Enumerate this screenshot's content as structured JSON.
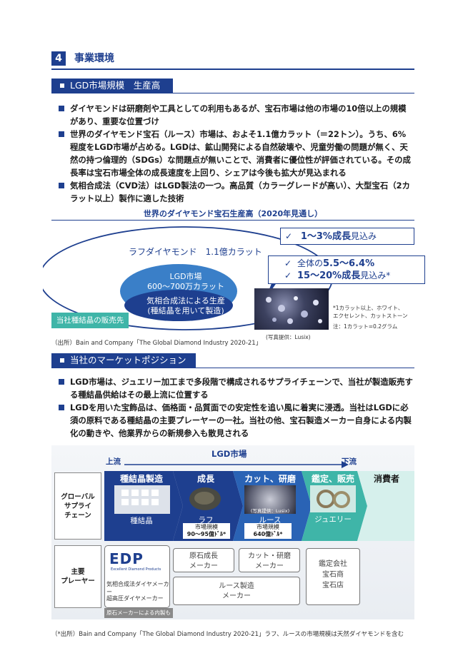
{
  "section": {
    "number": "4",
    "title": "事業環境"
  },
  "lgd_section": {
    "header": "LGD市場規模　生産高",
    "bullets": [
      "ダイヤモンドは研磨剤や工具としての利用もあるが、宝石市場は他の市場の10倍以上の規模があり、重要な位置づけ",
      "世界のダイヤモンド宝石（ルース）市場は、およそ1.1億カラット（＝22トン）。うち、6%程度をLGD市場が占める。LGDは、鉱山開発による自然破壊や、児童労働の問題が無く、天然の持つ倫理的（SDGs）な問題点が無いことで、消費者に優位性が評価されている。その成長率は宝石市場全体の成長速度を上回り、シェアは今後も拡大が見込まれる",
      "気相合成法（CVD法）はLGD製法の一つ。高品質（カラーグレードが高い）、大型宝石（2カラット以上）製作に適した技術"
    ],
    "chart_title": "世界のダイヤモンド宝石生産高（2020年見通し）",
    "outer_label": "ラフダイヤモンド　1.1億カラット",
    "box1": {
      "check": "✓",
      "text_a": "1〜3%",
      "text_b": "成長",
      "text_c": "見込み"
    },
    "box2": {
      "line1_check": "✓",
      "line1_a": "全体の",
      "line1_b": "5.5〜6.4%",
      "line2_check": "✓",
      "line2_a": "15〜20%",
      "line2_b": "成長",
      "line2_c": "見込み*"
    },
    "inner_label1": "LGD市場",
    "inner_label2": "600〜700万カラット",
    "cvd_label1": "気相合成法による生産",
    "cvd_label2": "(種結晶を用いて製造)",
    "seed_sales": "当社種結晶の販売先",
    "footnote1": "*1カラット以上、ホワイト、",
    "footnote2": "エクセレント、カットストーン",
    "footnote3": "注：1カラット=0.2グラム",
    "photo_credit": "(写真提供：Lusix)",
    "source": "（出所）Bain and Company「The Global Diamond Industry 2020-21」"
  },
  "market_section": {
    "header": "当社のマーケットポジション",
    "bullets": [
      "LGD市場は、ジュエリー加工まで多段階で構成されるサプライチェーンで、当社が製造販売する種結晶供給はその最上流に位置する",
      "LGDを用いた宝飾品は、価格面・品質面での安定性を追い風に着実に浸透。当社はLGDに必須の原料である種結晶の主要プレーヤーの一社。当社の他、宝石製造メーカー自身による内製化の動きや、他業界からの新規参入も散見される"
    ],
    "upstream": "上流",
    "lgd_market": "LGD市場",
    "downstream": "下流",
    "row1_label": "グローバル\nサプライ\nチェーン",
    "row2_label": "主要\nプレーヤー",
    "stages": [
      {
        "title": "種結晶製造",
        "item": "種結晶"
      },
      {
        "title": "成長",
        "item": "ラフ",
        "sub1": "市場規模",
        "sub2": "90〜95億ﾄﾞﾙ*"
      },
      {
        "title": "カット、研磨",
        "item": "ルース",
        "sub1": "市場規模",
        "sub2": "640億ﾄﾞﾙ*",
        "credit": "(写真提供：Lusix)"
      },
      {
        "title": "鑑定、販売",
        "item": "ジュエリー"
      },
      {
        "title": "消費者"
      }
    ],
    "players": {
      "edp_logo": "EDP",
      "edp_tagline": "Excellent Diamond Products",
      "edp_text1": "気相合成法ダイヤメーカー",
      "edp_text2": "超高圧ダイヤメーカー",
      "rough_maker": "原石成長\nメーカー",
      "cut_maker": "カット・研磨\nメーカー",
      "loose_maker": "ルース製造\nメーカー",
      "appraisal": "鑑定会社\n宝石商\n宝石店",
      "inhouse": "原石メーカーによる内製も"
    },
    "source": "（*出所）Bain and Company「The Global Diamond Industry 2020-21」ラフ、ルースの市場規模は天然ダイヤモンドを含む"
  },
  "colors": {
    "navy": "#1e3f8f",
    "accent": "#3a7fc8",
    "teal": "#3fb5a8"
  }
}
